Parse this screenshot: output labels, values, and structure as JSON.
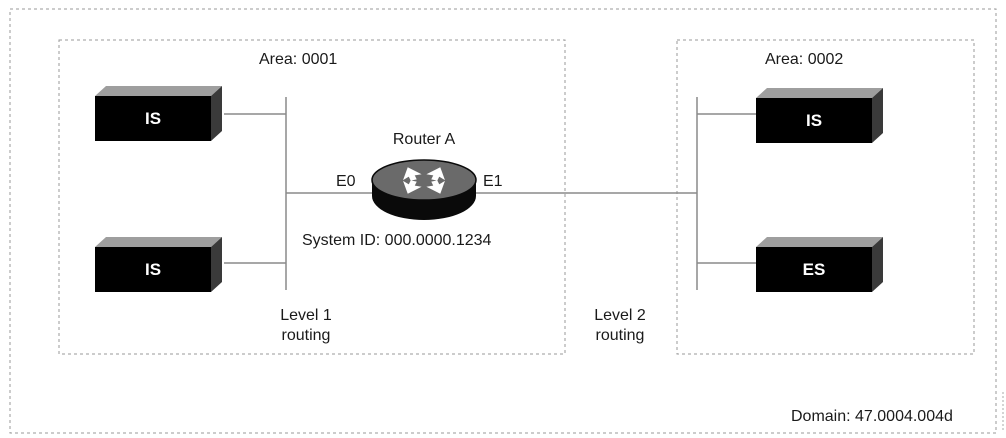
{
  "diagram": {
    "area1_label": "Area: 0001",
    "area2_label": "Area: 0002",
    "router_name": "Router A",
    "port_e0": "E0",
    "port_e1": "E1",
    "system_id": "System ID: 000.0000.1234",
    "level1_routing": "Level 1\nrouting",
    "level2_routing": "Level 2\nrouting",
    "domain_label": "Domain: 47.0004.004d",
    "devices": {
      "area1_top": "IS",
      "area1_bottom": "IS",
      "area2_top": "IS",
      "area2_bottom": "ES"
    },
    "colors": {
      "box_face": "#000000",
      "box_top": "#9e9e9e",
      "box_side": "#3a3a3a",
      "router_top": "#6a6a6a",
      "router_body": "#0a0a0a",
      "line": "#888888",
      "border_dash": "#999999"
    }
  }
}
